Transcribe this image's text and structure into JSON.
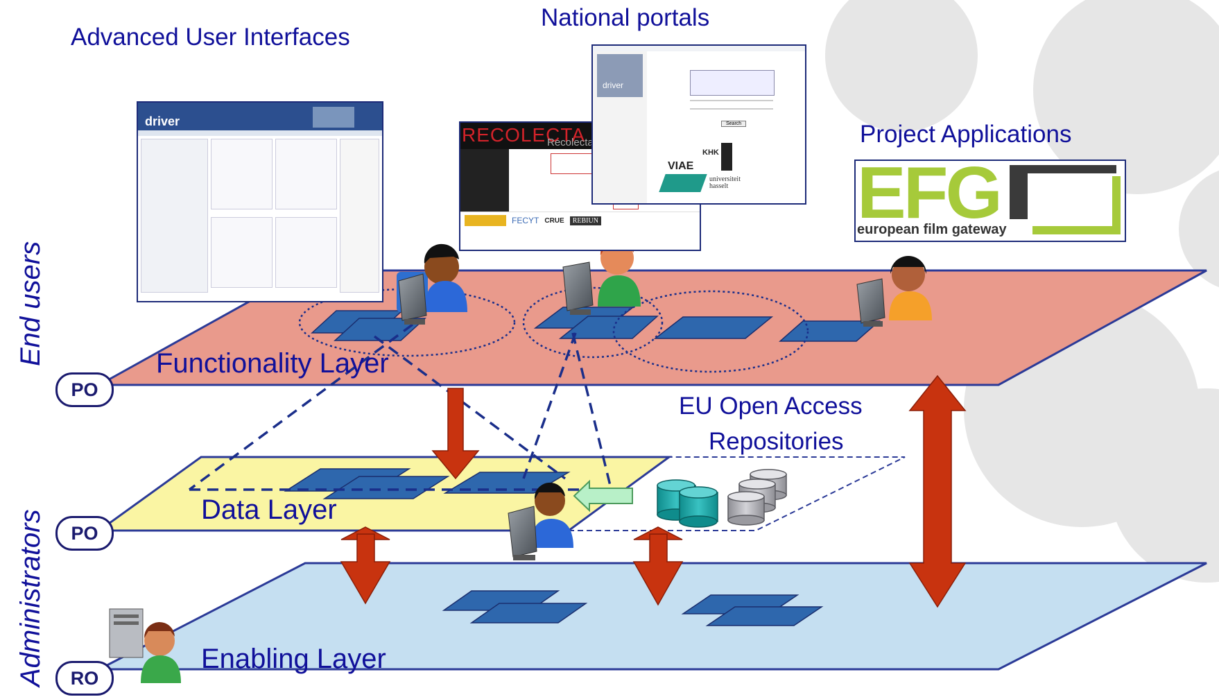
{
  "labels": {
    "advanced_ui": "Advanced User Interfaces",
    "national_portals": "National portals",
    "project_apps": "Project Applications",
    "eu_repos_line1": "EU Open Access",
    "eu_repos_line2": "Repositories",
    "functionality_layer": "Functionality Layer",
    "data_layer": "Data Layer",
    "enabling_layer": "Enabling Layer"
  },
  "side_labels": {
    "end_users": "End users",
    "administrators": "Administrators"
  },
  "badges": {
    "functionality": "PO",
    "data": "PO",
    "enabling": "RO"
  },
  "screens": {
    "driver": {
      "logo": "driver"
    },
    "recolecta": {
      "title": "RECOLECTA",
      "subtitle": "Recolecta",
      "sponsors": [
        "FECYT",
        "CRUE",
        "REBIUN"
      ]
    },
    "national": {
      "logo": "driver",
      "button": "Search",
      "brands": [
        "VIAE",
        "KHK",
        "universiteit hasselt"
      ]
    },
    "efg": {
      "logo": "EFG",
      "tagline": "european film gateway"
    }
  },
  "colors": {
    "functionality_layer": "#e99a8c",
    "data_layer": "#faf5a3",
    "enabling_layer": "#c5dff1",
    "arrow": "#c8330f",
    "dashed": "#1a2e8a",
    "tile": "#2e67ad"
  }
}
